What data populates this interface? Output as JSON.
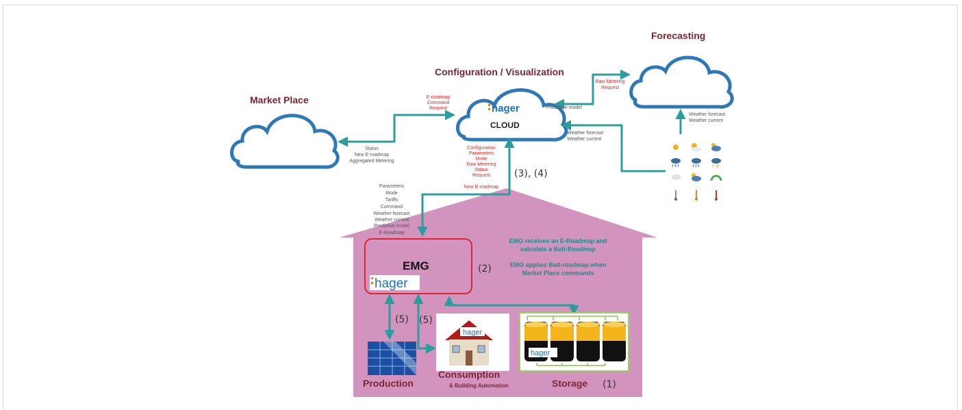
{
  "titles": {
    "forecasting": "Forecasting",
    "config": "Configuration / Visualization",
    "market": "Market Place"
  },
  "cloud": {
    "brand": "hager",
    "label": "CLOUD"
  },
  "emg": {
    "label": "EMG",
    "brand": "hager"
  },
  "brand_colors": {
    "hager_blue": "#1f6fc0",
    "hager_orange": "#f07d00",
    "house_fill": "#d294bf",
    "arrow": "#2a9d9c",
    "emg_border": "#e0232d"
  },
  "annotations": {
    "raw_metering": [
      "Raw Metering",
      "Request"
    ],
    "e_roadmap_cmd": [
      "E-roadmap",
      "Command",
      "Request"
    ],
    "predictive_model": "Predictive model",
    "weather_top": [
      "Weather forecast",
      "Weather current"
    ],
    "weather_mid": [
      "Weather forecast",
      "Weather current"
    ],
    "market_status": [
      "Status",
      "New E-roadmap",
      "Aggregated Metering"
    ],
    "config_list": [
      "Configuration",
      "Parameters",
      "Mode",
      "Raw Metering",
      "Status",
      "Request",
      "New E-roadmap"
    ],
    "emg_list": [
      "Parameters",
      "Mode",
      "Tariffs",
      "Command",
      "Weather forecast",
      "Weather current",
      "Predictive model",
      "E-Roadmap"
    ]
  },
  "steps": {
    "s34": "(3), (4)",
    "s2": "(2)",
    "s5a": "(5)",
    "s5b": "(5)",
    "s1": "(1)"
  },
  "notes": {
    "n1": [
      "EMG receives an E-Roadmap and",
      "calculate a Batt-Roadmap"
    ],
    "n2": [
      "EMG applies Batt-roadmap when",
      "Market Place commands"
    ]
  },
  "labels": {
    "production": "Production",
    "consumption": "Consumption",
    "consumption_sub": "& Building Automation",
    "storage": "Storage"
  },
  "icons": [
    "sun-icon",
    "sun-cloud-icon",
    "cloud-sun-icon",
    "rain-icon",
    "rain-icon",
    "rain-icon",
    "cloud-icon",
    "sun-cloud-icon",
    "rainbow-icon",
    "thermometer-cold-icon",
    "thermometer-mid-icon",
    "thermometer-hot-icon"
  ]
}
